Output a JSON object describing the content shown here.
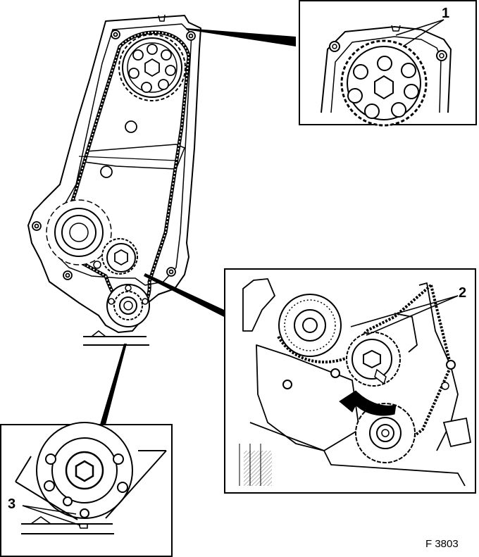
{
  "callouts": {
    "one": "1",
    "two": "2",
    "three": "3"
  },
  "figure_id": "F 3803",
  "colors": {
    "ink": "#000000",
    "paper": "#ffffff",
    "shade": "#9a9a9a"
  }
}
